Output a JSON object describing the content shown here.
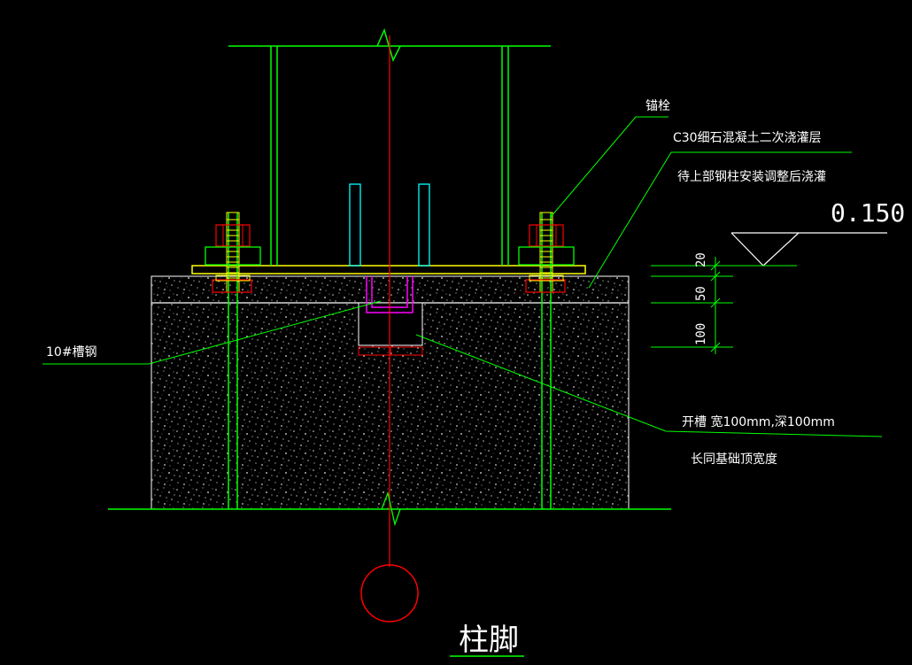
{
  "labels": {
    "anchor_bolt": "锚栓",
    "grout_layer_1": "C30细石混凝土二次浇灌层",
    "grout_layer_2": "待上部钢柱安装调整后浇灌",
    "channel_steel": "10#槽钢",
    "slot_1": "开槽 宽100mm,深100mm",
    "slot_2": "长同基础顶宽度",
    "title": "柱脚",
    "elevation": "0.150",
    "dim_20": "20",
    "dim_50": "50",
    "dim_100": "100"
  },
  "colors": {
    "background": "#000000",
    "column": "#00ff00",
    "axis": "#ff0000",
    "plate": "#ffff00",
    "stiffener": "#00ffff",
    "channel": "#ff00ff",
    "text": "#ffffff"
  }
}
